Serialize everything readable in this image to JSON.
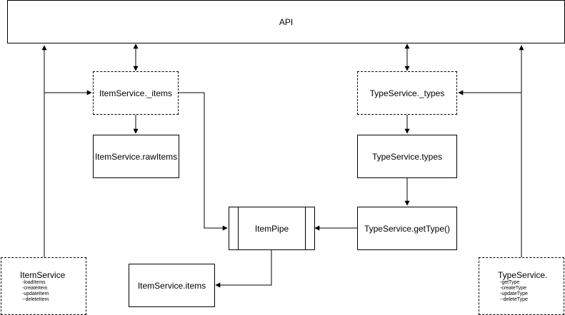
{
  "diagram": {
    "api": {
      "label": "API"
    },
    "item_service_items_private": {
      "label": "ItemService._items"
    },
    "item_service_raw_items": {
      "label": "ItemService.rawItems"
    },
    "type_service_types_private": {
      "label": "TypeService._types"
    },
    "type_service_types": {
      "label": "TypeService.types"
    },
    "type_service_get_type": {
      "label": "TypeService.getType()"
    },
    "item_pipe": {
      "label": "ItemPipe"
    },
    "item_service_items": {
      "label": "ItemService.items"
    },
    "item_service": {
      "label": "ItemService",
      "methods": [
        "-loadItems",
        "-createItem",
        "-updateItem",
        "--deleteItem"
      ]
    },
    "type_service": {
      "label": "TypeService.",
      "methods": [
        "-getType",
        "-createType",
        "-updateType",
        "--deleteType"
      ]
    }
  },
  "colors": {
    "stroke": "#000000",
    "background": "#ffffff"
  }
}
